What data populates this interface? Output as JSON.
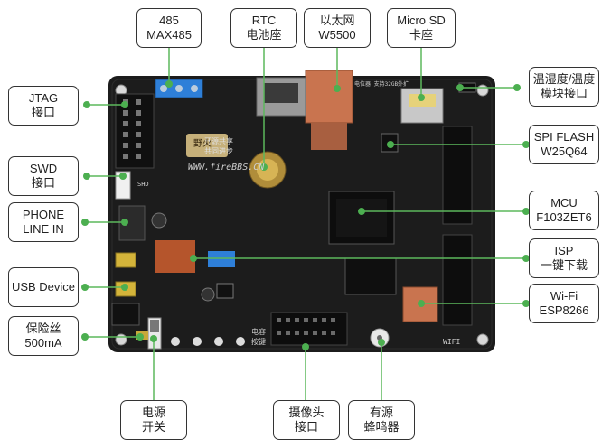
{
  "labels": {
    "rs485": {
      "line1": "485",
      "line2": "MAX485"
    },
    "rtc": {
      "line1": "RTC",
      "line2": "电池座"
    },
    "ethernet": {
      "line1": "以太网",
      "line2": "W5500"
    },
    "microsd": {
      "line1": "Micro SD",
      "line2": "卡座"
    },
    "temp_humidity": {
      "line1": "温湿度/温度",
      "line2": "模块接口"
    },
    "jtag": {
      "line1": "JTAG",
      "line2": "接口"
    },
    "spi_flash": {
      "line1": "SPI FLASH",
      "line2": "W25Q64"
    },
    "swd": {
      "line1": "SWD",
      "line2": "接口"
    },
    "mcu": {
      "line1": "MCU",
      "line2": "F103ZET6"
    },
    "phone_line_in": {
      "line1": "PHONE",
      "line2": "LINE IN"
    },
    "isp": {
      "line1": "ISP",
      "line2": "一键下载"
    },
    "usb_device": {
      "line1": "USB Device"
    },
    "wifi": {
      "line1": "Wi-Fi",
      "line2": "ESP8266"
    },
    "fuse": {
      "line1": "保险丝",
      "line2": "500mA"
    },
    "power_switch": {
      "line1": "电源",
      "line2": "开关"
    },
    "camera": {
      "line1": "摄像头",
      "line2": "接口"
    },
    "buzzer": {
      "line1": "有源",
      "line2": "蜂鸣器"
    }
  },
  "board": {
    "site": "WWW.fireBBS.CN",
    "slogan_1": "开源共享",
    "slogan_2": "共同进步",
    "brand": "野火",
    "swd_silk": "SHD",
    "key_silk_1": "电容",
    "key_silk_2": "按键",
    "wifi_silk": "WIFI",
    "sd_silk": "电位器 支持32GB外扩"
  },
  "colors": {
    "leader": "#5cb85c",
    "dot": "#4caf50",
    "board": "#1c1c1c",
    "label_border": "#333333"
  }
}
